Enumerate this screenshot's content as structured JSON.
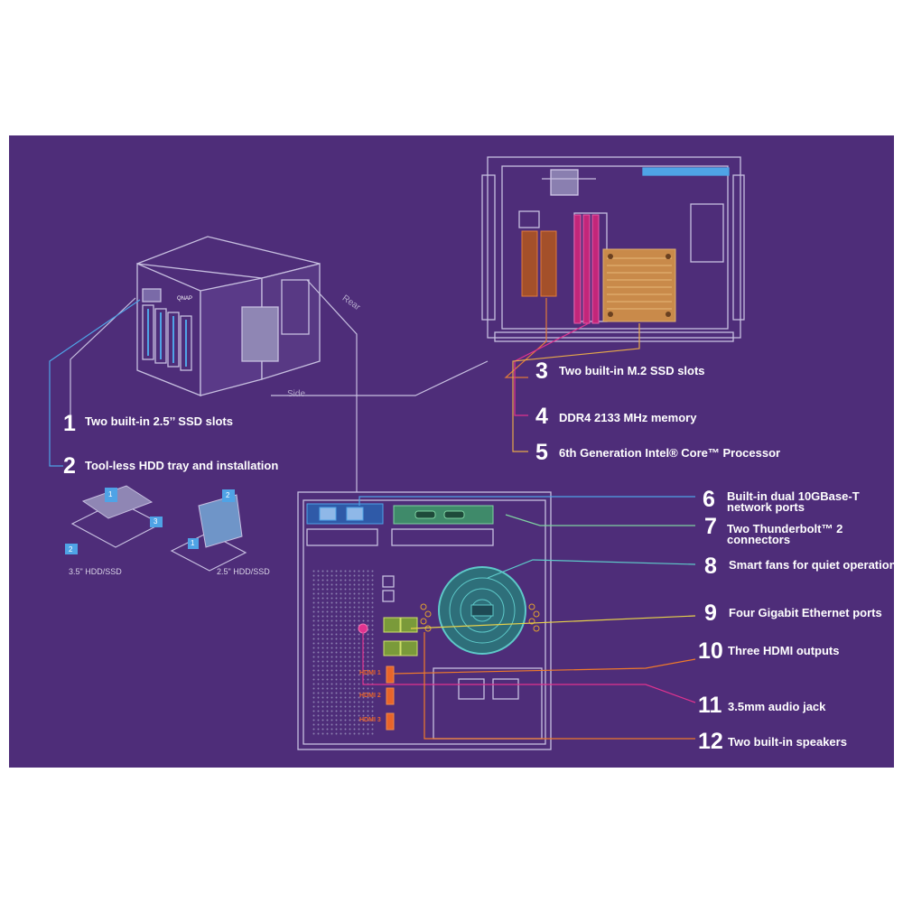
{
  "callouts": [
    {
      "num": "1",
      "text": "Two built-in 2.5’’ SSD slots"
    },
    {
      "num": "2",
      "text": "Tool-less HDD tray and installation"
    },
    {
      "num": "3",
      "text": "Two built-in M.2 SSD slots"
    },
    {
      "num": "4",
      "text": "DDR4 2133 MHz memory"
    },
    {
      "num": "5",
      "text": "6th Generation Intel® Core™ Processor"
    },
    {
      "num": "6",
      "text": "Built-in dual 10GBase-T",
      "text2": "network ports"
    },
    {
      "num": "7",
      "text": "Two Thunderbolt™ 2",
      "text2": "connectors"
    },
    {
      "num": "8",
      "text": "Smart fans for quiet operation"
    },
    {
      "num": "9",
      "text": "Four Gigabit Ethernet ports"
    },
    {
      "num": "10",
      "text": "Three HDMI outputs"
    },
    {
      "num": "11",
      "text": "3.5mm audio jack"
    },
    {
      "num": "12",
      "text": "Two built-in speakers"
    }
  ],
  "view_labels": {
    "rear": "Rear",
    "side": "Side"
  },
  "tray_labels": {
    "hdd35": "3.5\" HDD/SSD",
    "hdd25": "2.5\" HDD/SSD"
  },
  "brand": "QNAP",
  "hdmi_labels": [
    "HDMI 1",
    "HDMI 2",
    "HDMI 3"
  ],
  "tray_steps": [
    "1",
    "2",
    "3",
    "1",
    "2"
  ],
  "colors": {
    "background": "#4e2d79",
    "outline": "#c7bfe0",
    "blue_line": "#4fa3e6",
    "green_line": "#7fd3a2",
    "teal_line": "#5ec9c9",
    "yellow_line": "#e6d14a",
    "orange_line": "#f07a2a",
    "pink_line": "#e0338f",
    "copper": "#c98a4a"
  }
}
